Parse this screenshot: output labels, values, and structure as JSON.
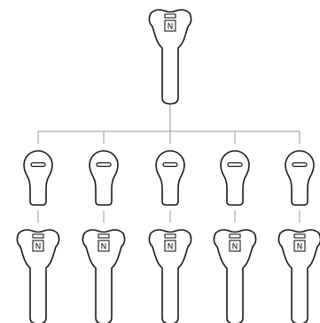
{
  "master_key": {
    "label": "N",
    "icon": "key-icon"
  },
  "cylinders": [
    {
      "icon": "lock-cylinder-icon"
    },
    {
      "icon": "lock-cylinder-icon"
    },
    {
      "icon": "lock-cylinder-icon"
    },
    {
      "icon": "lock-cylinder-icon"
    },
    {
      "icon": "lock-cylinder-icon"
    }
  ],
  "keys": [
    {
      "label": "N",
      "icon": "key-icon"
    },
    {
      "label": "N",
      "icon": "key-icon"
    },
    {
      "label": "N",
      "icon": "key-icon"
    },
    {
      "label": "N",
      "icon": "key-icon"
    },
    {
      "label": "N",
      "icon": "key-icon"
    }
  ],
  "colors": {
    "stroke": "#1a1a1a",
    "connector": "#9a9a9a",
    "background": "#ffffff"
  }
}
